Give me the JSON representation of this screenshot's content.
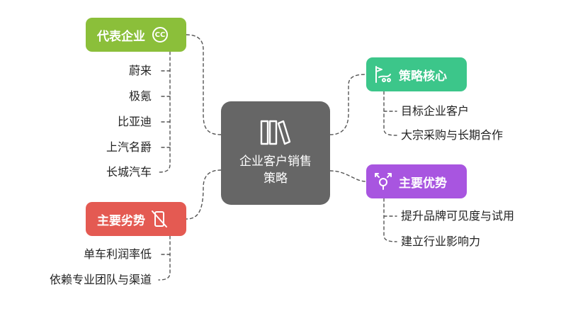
{
  "center": {
    "label": "企业客户销售策略",
    "icon": "book-stack-icon"
  },
  "representative": {
    "label": "代表企业",
    "icon": "cc-icon",
    "icon_text": "CC",
    "items": [
      "蔚来",
      "极氪",
      "比亚迪",
      "上汽名爵",
      "长城汽车"
    ]
  },
  "weakness": {
    "label": "主要劣势",
    "icon": "phone-off-icon",
    "items": [
      "单车利润率低",
      "依赖专业团队与渠道"
    ]
  },
  "strategy": {
    "label": "策略核心",
    "icon": "route-icon",
    "items": [
      "目标企业客户",
      "大宗采购与长期合作"
    ]
  },
  "advantage": {
    "label": "主要优势",
    "icon": "target-arrows-icon",
    "items": [
      "提升品牌可见度与试用",
      "建立行业影响力"
    ]
  },
  "colors": {
    "center": "#666666",
    "representative": "#8bbf3a",
    "weakness": "#e45a52",
    "strategy": "#3cc68a",
    "advantage": "#a855e0"
  }
}
